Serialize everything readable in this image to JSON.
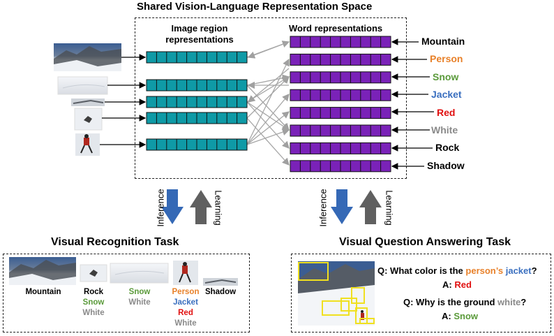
{
  "header": {
    "title": "Shared Vision-Language Representation Space"
  },
  "space": {
    "image_label": "Image region\nrepresentations",
    "word_label": "Word representations",
    "words": [
      {
        "text": "Mountain",
        "color": "#000000"
      },
      {
        "text": "Person",
        "color": "#e8812a"
      },
      {
        "text": "Snow",
        "color": "#5a9a3a"
      },
      {
        "text": "Jacket",
        "color": "#3a6fbf"
      },
      {
        "text": "Red",
        "color": "#e01010"
      },
      {
        "text": "White",
        "color": "#8a8a8a"
      },
      {
        "text": "Rock",
        "color": "#000000"
      },
      {
        "text": "Shadow",
        "color": "#000000"
      }
    ],
    "image_color": "#0f9aa6",
    "word_color": "#7a22b8"
  },
  "arrows_left": {
    "down": "Inference",
    "up": "Learning"
  },
  "arrows_right": {
    "down": "Inference",
    "up": "Learning"
  },
  "recognition": {
    "title": "Visual Recognition Task",
    "columns": [
      {
        "lines": [
          {
            "text": "Mountain",
            "color": "#000000"
          }
        ]
      },
      {
        "lines": [
          {
            "text": "Rock",
            "color": "#000000"
          },
          {
            "text": "Snow",
            "color": "#5a9a3a"
          },
          {
            "text": "White",
            "color": "#8a8a8a"
          }
        ]
      },
      {
        "lines": [
          {
            "text": "Snow",
            "color": "#5a9a3a"
          },
          {
            "text": "White",
            "color": "#8a8a8a"
          }
        ]
      },
      {
        "lines": [
          {
            "text": "Person",
            "color": "#e8812a"
          },
          {
            "text": "Jacket",
            "color": "#3a6fbf"
          },
          {
            "text": "Red",
            "color": "#e01010"
          },
          {
            "text": "White",
            "color": "#8a8a8a"
          }
        ]
      },
      {
        "lines": [
          {
            "text": "Shadow",
            "color": "#000000"
          }
        ]
      }
    ]
  },
  "vqa": {
    "title": "Visual Question Answering Task",
    "q1": {
      "prefix": "Q: What color is the ",
      "w1": "person’s",
      "mid": " ",
      "w2": "jacket",
      "suffix": "?"
    },
    "a1": {
      "prefix": "A: ",
      "answer": "Red"
    },
    "q2": {
      "prefix": "Q: Why is the ground ",
      "w1": "white",
      "suffix": "?"
    },
    "a2": {
      "prefix": "A: ",
      "answer": "Snow"
    }
  }
}
